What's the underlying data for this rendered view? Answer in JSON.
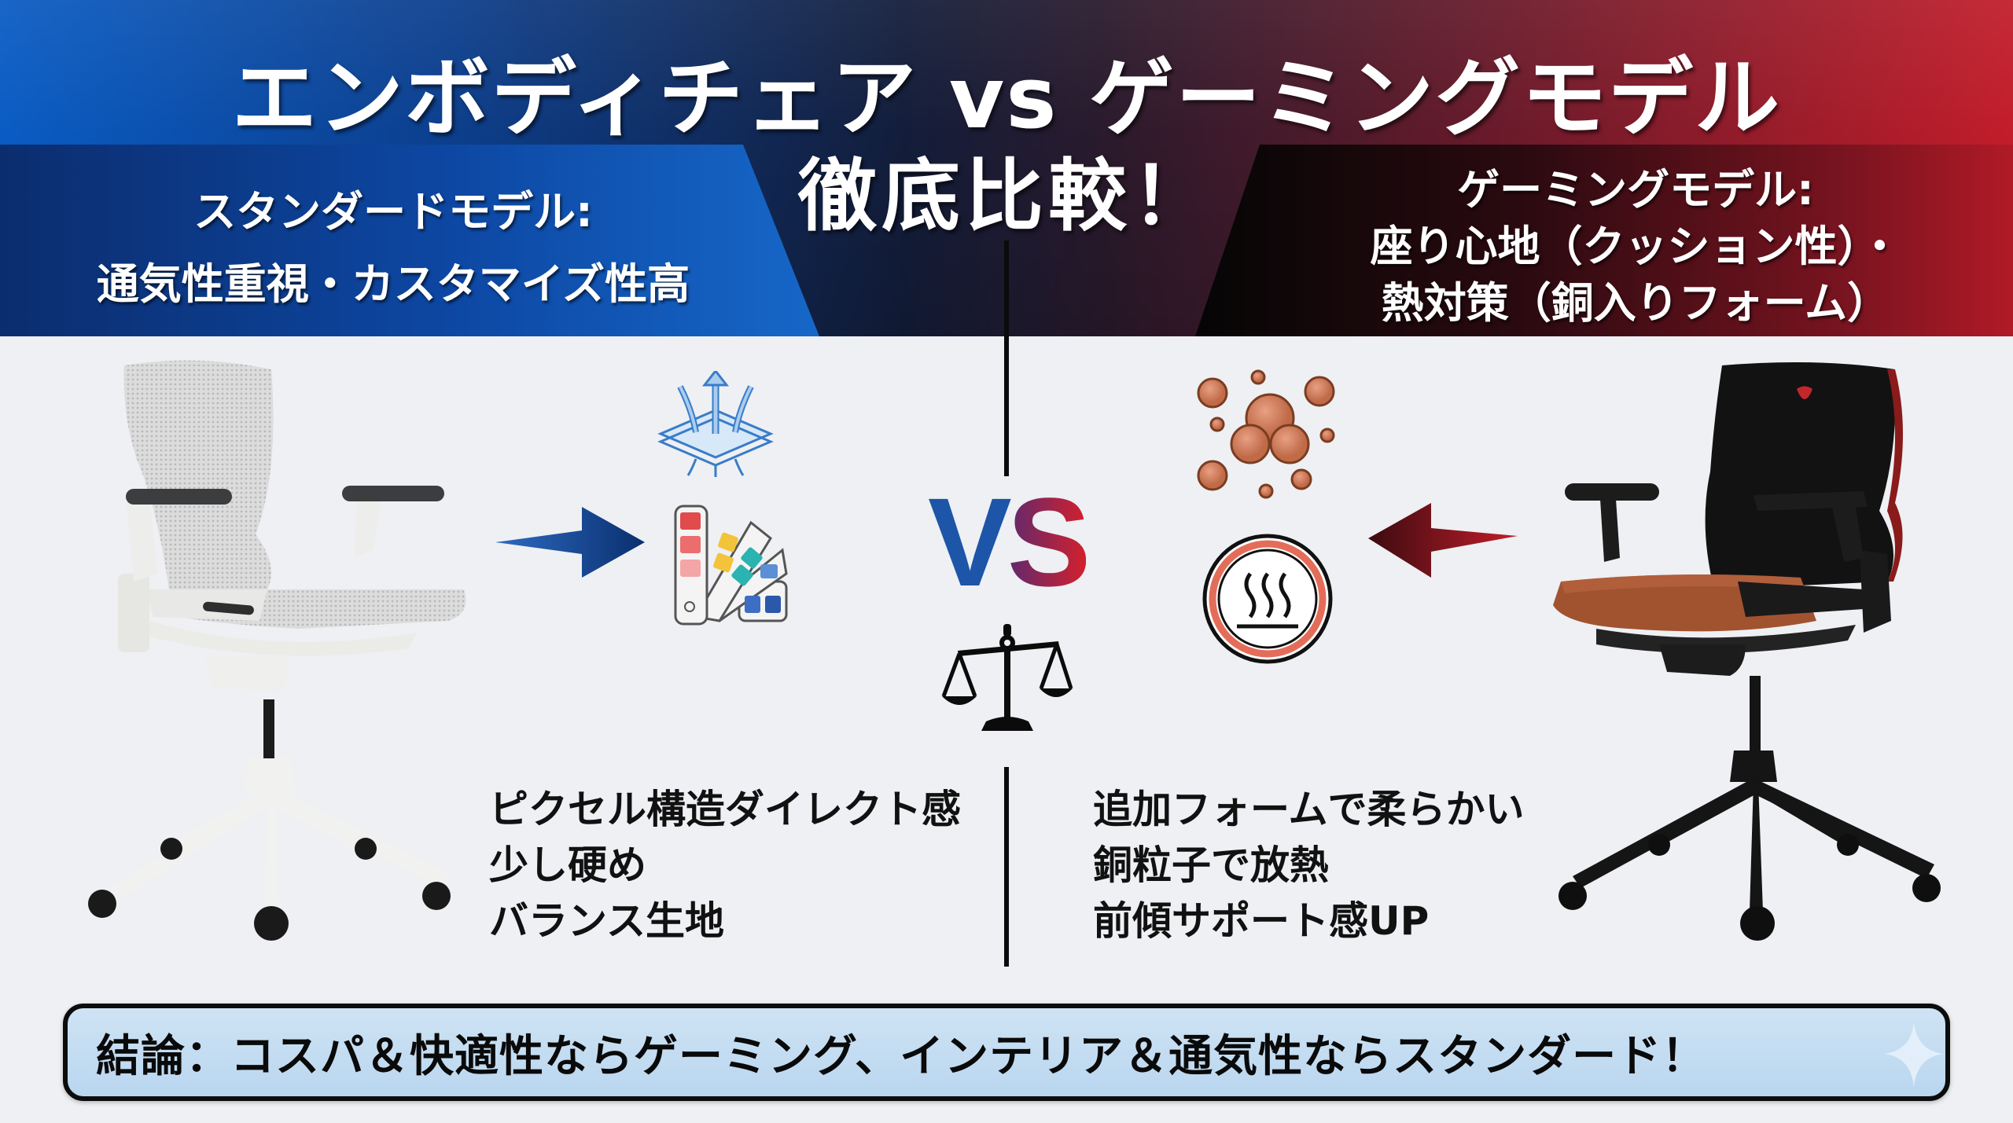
{
  "header": {
    "title_line1": "エンボディチェア vs ゲーミングモデル",
    "title_line2": "徹底比較！",
    "colors": {
      "blue": "#0a5cc4",
      "dark": "#131d3a",
      "red": "#c21d2a"
    }
  },
  "left_panel": {
    "line1": "スタンダードモデル:",
    "line2": "通気性重視・カスタマイズ性高",
    "color": "#0d47a3"
  },
  "right_panel": {
    "line1": "ゲーミングモデル:",
    "line2": "座り心地（クッション性）・",
    "line3": "熱対策（銅入りフォーム）",
    "color": "#7a1420"
  },
  "center": {
    "vs_v": "V",
    "vs_s": "S",
    "icon": "scale-of-justice-icon"
  },
  "left_column": {
    "image": "white-embody-chair",
    "icons": [
      "breathable-mesh-icon",
      "color-palette-icon"
    ],
    "features": [
      "ピクセル構造ダイレクト感",
      "少し硬め",
      "バランス生地"
    ]
  },
  "right_column": {
    "image": "black-gaming-embody-chair",
    "icons": [
      "copper-particles-icon",
      "heat-dissipation-icon"
    ],
    "features": [
      "追加フォームで柔らかい",
      "銅粒子で放熱",
      "前傾サポート感UP"
    ]
  },
  "conclusion": {
    "text": "結論：コスパ＆快適性ならゲーミング、インテリア＆通気性ならスタンダード！"
  }
}
